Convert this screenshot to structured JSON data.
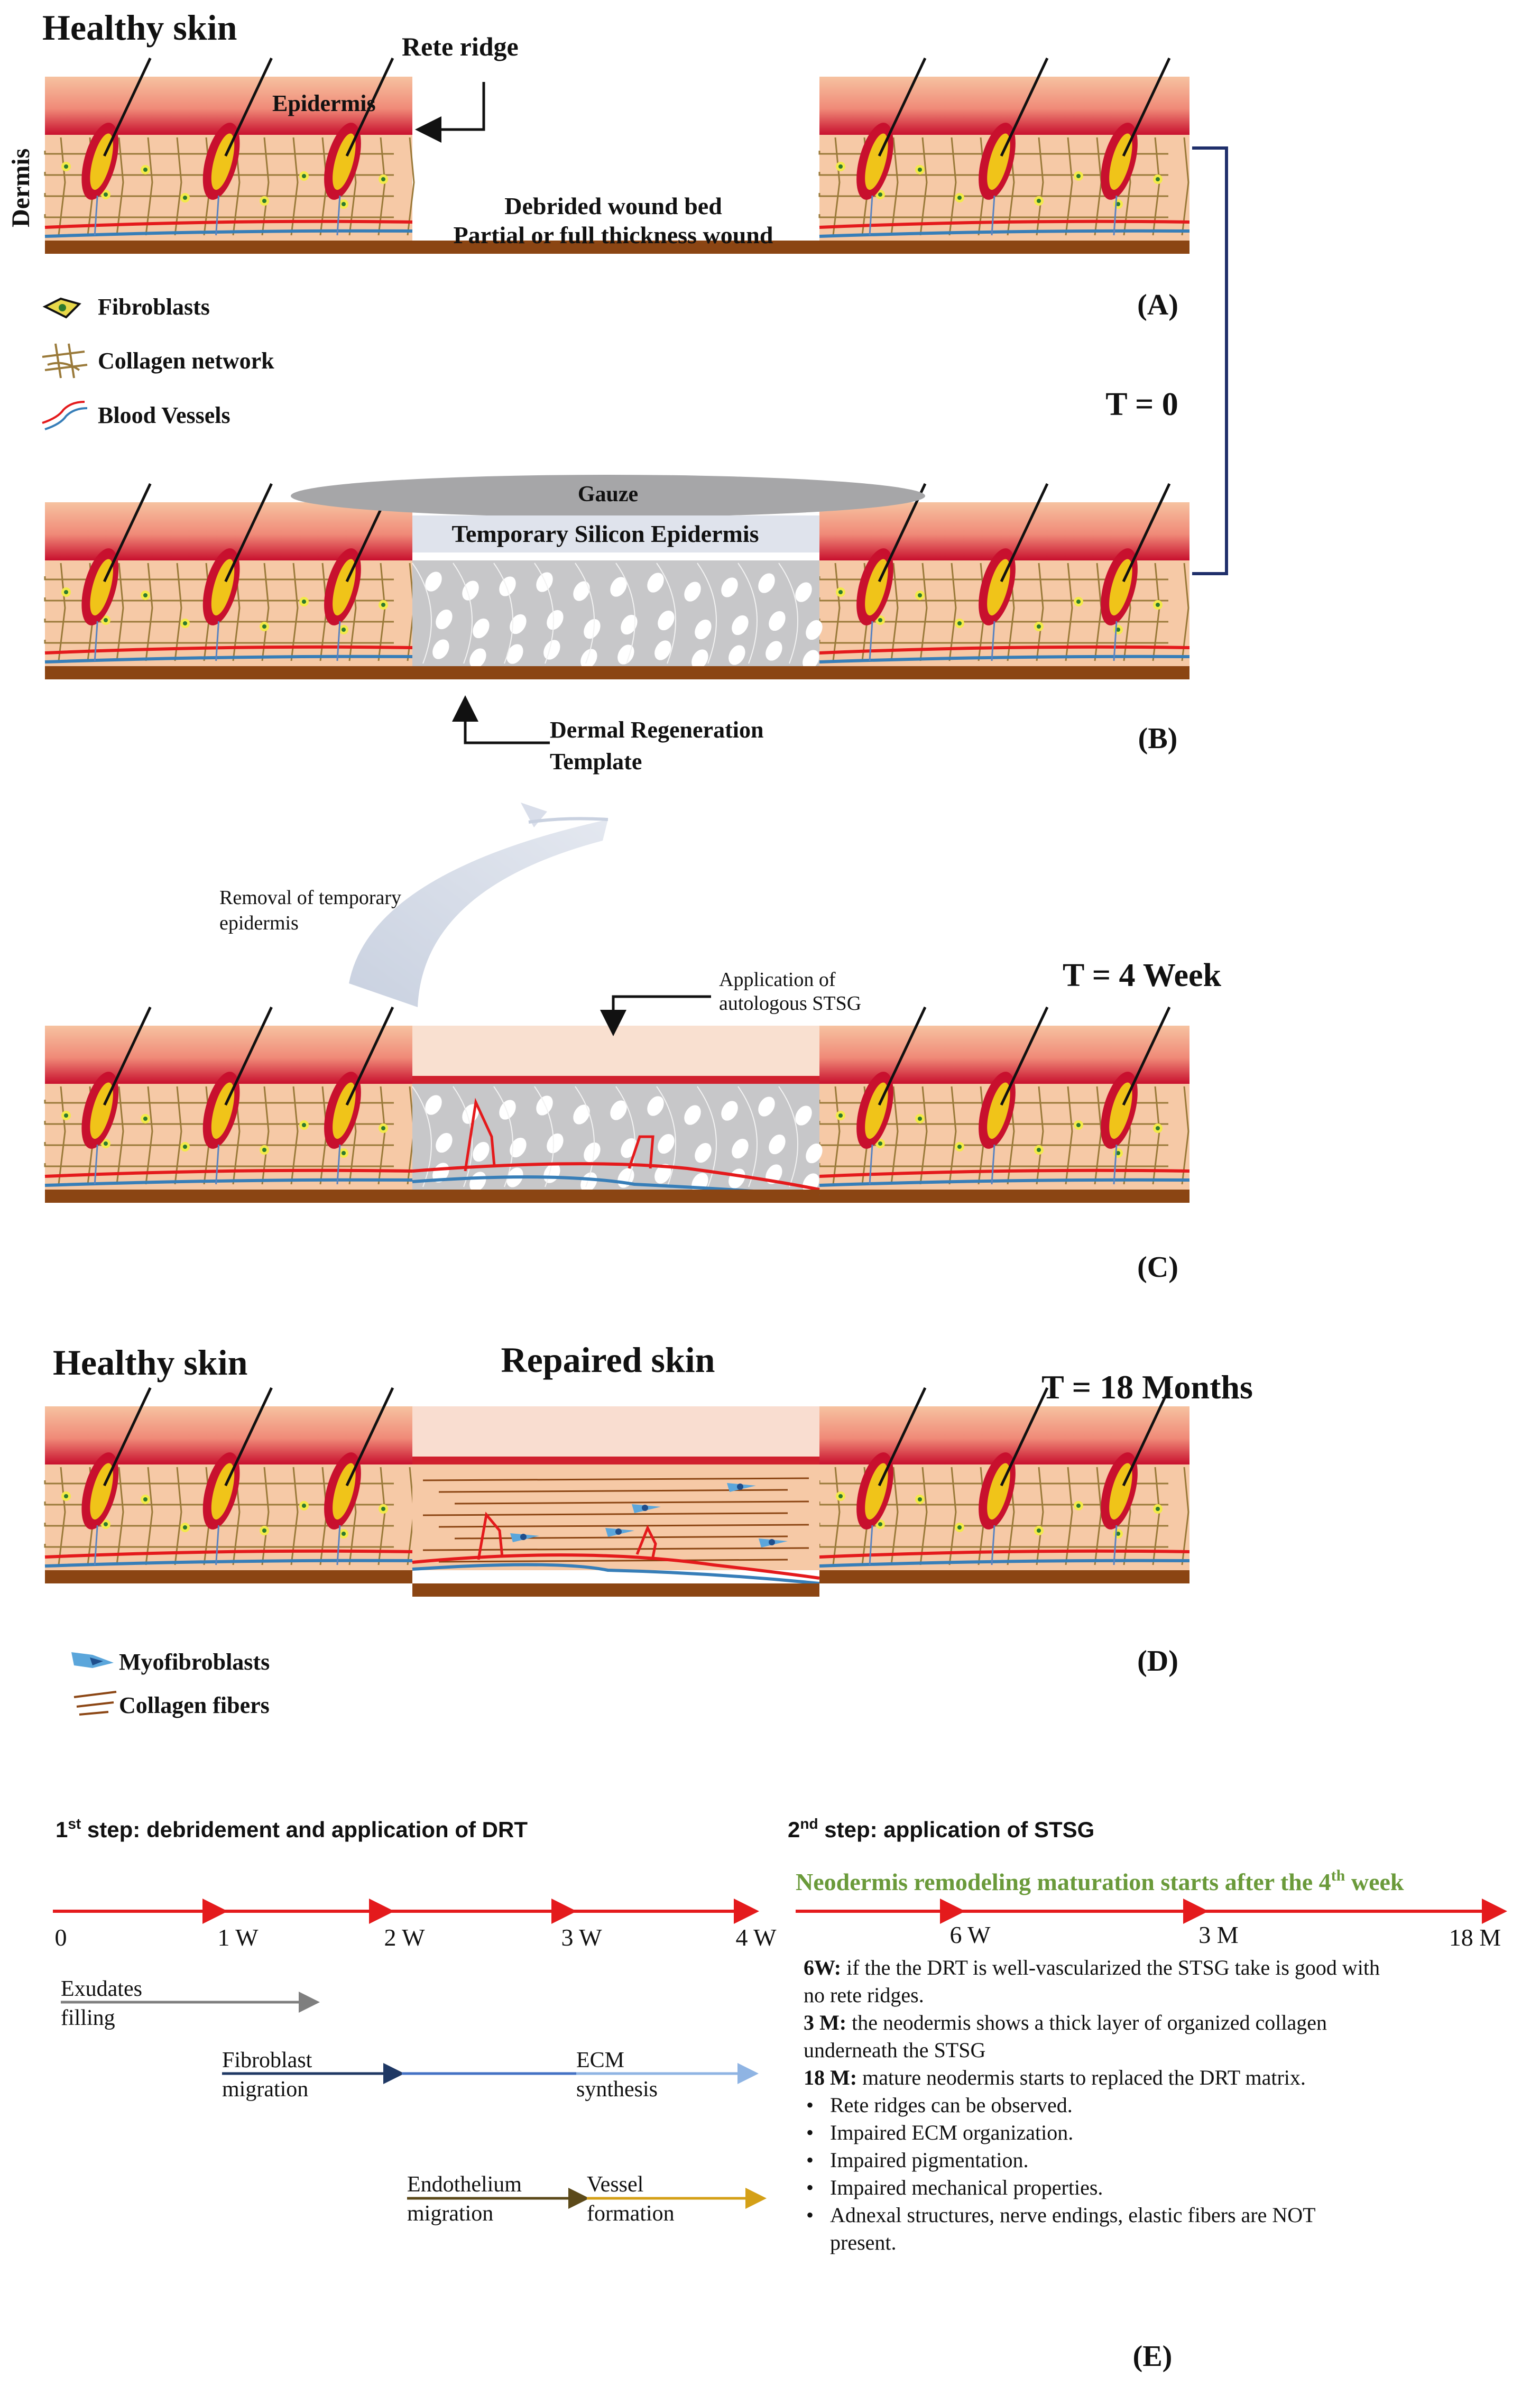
{
  "panel_a": {
    "title": "Healthy skin",
    "rete_ridge": "Rete ridge",
    "epidermis": "Epidermis",
    "dermis": "Dermis",
    "wound_line1": "Debrided wound bed",
    "wound_line2": "Partial or full thickness wound",
    "label": "(A)"
  },
  "legend_a": {
    "fibroblasts": "Fibroblasts",
    "collagen_network": "Collagen network",
    "blood_vessels": "Blood Vessels"
  },
  "t0": "T = 0",
  "panel_b": {
    "gauze": "Gauze",
    "temp_epidermis": "Temporary Silicon Epidermis",
    "drt_line1": "Dermal Regeneration",
    "drt_line2": "Template",
    "label": "(B)"
  },
  "removal": {
    "line1": "Removal of temporary",
    "line2": "epidermis"
  },
  "t4": "T = 4 Week",
  "panel_c": {
    "stsg_line1": "Application of",
    "stsg_line2": "autologous STSG",
    "label": "(C)"
  },
  "panel_d": {
    "healthy": "Healthy skin",
    "repaired": "Repaired skin",
    "t18": "T = 18 Months",
    "label": "(D)"
  },
  "legend_d": {
    "myofibroblasts": "Myofibroblasts",
    "collagen_fibers": "Collagen fibers"
  },
  "panel_e": {
    "step1_sup": "st",
    "step1_num": "1",
    "step1_rest": " step: debridement and application of DRT",
    "step2_num": "2",
    "step2_sup": "nd",
    "step2_rest": " step: application of STSG",
    "neo_text": "Neodermis remodeling maturation starts after the 4",
    "neo_sup": "th",
    "neo_end": " week",
    "ticks1": [
      "0",
      "1 W",
      "2 W",
      "3 W",
      "4 W"
    ],
    "ticks2": [
      "6 W",
      "3 M",
      "18 M"
    ],
    "exudates": [
      "Exudates",
      "filling"
    ],
    "fibroblast": [
      "Fibroblast",
      "migration"
    ],
    "ecm": [
      "ECM",
      "synthesis"
    ],
    "endothelium": [
      "Endothelium",
      "migration"
    ],
    "vessel": [
      "Vessel",
      "formation"
    ],
    "notes": [
      {
        "b": "6W:",
        "t": " if the the DRT is well-vascularized the STSG take is good with"
      },
      {
        "b": "",
        "t": "no rete ridges."
      },
      {
        "b": "3 M:",
        "t": " the neodermis shows a thick layer of organized collagen"
      },
      {
        "b": "",
        "t": "underneath the STSG"
      },
      {
        "b": "18 M:",
        "t": " mature neodermis starts to  replaced the DRT matrix."
      }
    ],
    "bullets": [
      "Rete ridges can be observed.",
      "Impaired ECM organization.",
      "Impaired pigmentation.",
      "Impaired mechanical properties.",
      "Adnexal structures, nerve endings, elastic fibers are NOT",
      "present."
    ],
    "label": "(E)"
  },
  "colors": {
    "skin": "#f6c9a6",
    "dermis_band": "#c8102e",
    "base": "#8b4513",
    "collagen": "#9a7a3a",
    "vessel_red": "#e41a1c",
    "vessel_blue": "#377eb8",
    "gray_matrix": "#c7c7c9",
    "green": "#6a9a3a",
    "navy": "#1f2f6b"
  }
}
